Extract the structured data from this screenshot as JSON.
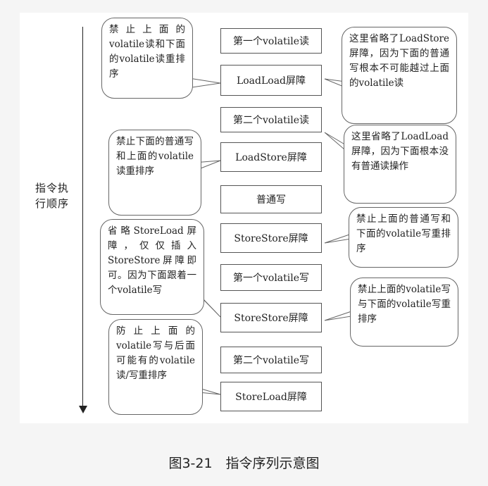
{
  "axis_label": "指令执行顺序",
  "boxes": [
    {
      "text": "第一个volatile读"
    },
    {
      "text": "LoadLoad屏障"
    },
    {
      "text": "第二个volatile读"
    },
    {
      "text": "LoadStore屏障"
    },
    {
      "text": "普通写"
    },
    {
      "text": "StoreStore屏障"
    },
    {
      "text": "第一个volatile写"
    },
    {
      "text": "StoreStore屏障"
    },
    {
      "text": "第二个volatile写"
    },
    {
      "text": "StoreLoad屏障"
    }
  ],
  "notes_left": [
    {
      "text": "禁止上面的volatile读和下面的volatile读重排序"
    },
    {
      "text": "禁止下面的普通写和上面的volatile读重排序"
    },
    {
      "text": "省略StoreLoad屏障，仅仅插入StoreStore屏障即可。因为下面跟着一个volatile写"
    },
    {
      "text": "防止上面的volatile写与后面可能有的volatile读/写重排序"
    }
  ],
  "notes_right": [
    {
      "text": "这里省略了LoadStore屏障，因为下面的普通写根本不可能越过上面的volatile读"
    },
    {
      "text": "这里省略了LoadLoad屏障，因为下面根本没有普通读操作"
    },
    {
      "text": "禁止上面的普通写和下面的volatile写重排序"
    },
    {
      "text": "禁止上面的volatile写与下面的volatile写重排序"
    }
  ],
  "caption": "图3-21　指令序列示意图"
}
